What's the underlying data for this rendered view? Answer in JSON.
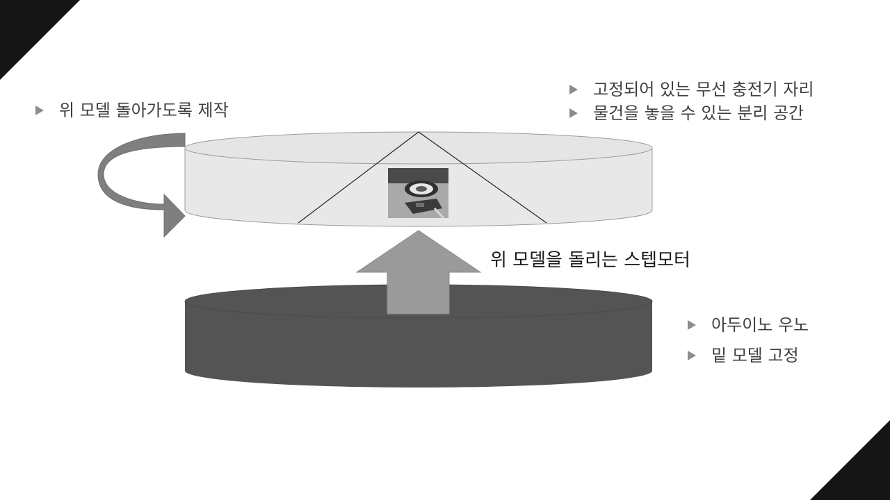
{
  "slide": {
    "top_left_bullets": [
      "위 모델 돌아가도록 제작"
    ],
    "top_right_bullets": [
      "고정되어 있는 무선 충전기 자리",
      "물건을 놓을 수 있는 분리 공간"
    ],
    "bottom_right_bullets": [
      "아두이노 우노",
      "밑 모델 고정"
    ],
    "motor_caption": "위 모델을 돌리는 스텝모터"
  },
  "colors": {
    "corner": "#151515",
    "upper_disk": "#e8e8e8",
    "lower_disk": "#545454",
    "arrow": "#9a9a9a",
    "curved_arrow": "#7f7f7f",
    "bullet_marker": "#8c8c8c",
    "text": "#3f3f3f"
  },
  "icons": {
    "photo": "wireless-charger-photo",
    "bullet": "triangle-bullet"
  }
}
